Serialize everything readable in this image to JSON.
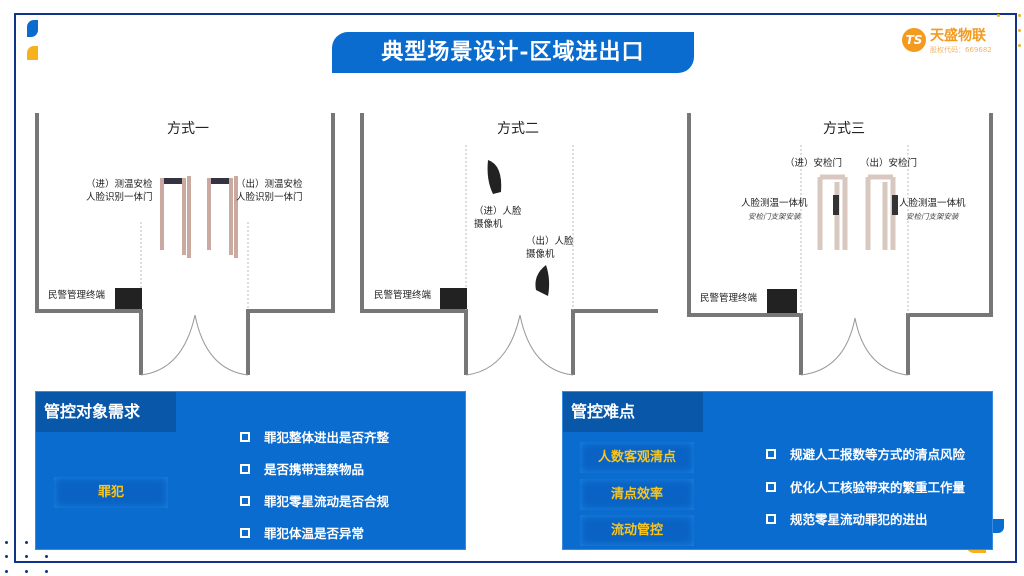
{
  "title": "典型场景设计-区域进出口",
  "logo": {
    "mark": "TS",
    "name": "天盛物联",
    "code": "股权代码：669682"
  },
  "panels": [
    {
      "title": "方式一",
      "terminal": "民警管理终端",
      "labels": [
        "（进）测温安检",
        "人脸识别一体门",
        "（出）测温安检",
        "人脸识别一体门"
      ]
    },
    {
      "title": "方式二",
      "terminal": "民警管理终端",
      "labels": [
        "（进）人脸",
        "摄像机",
        "（出）人脸",
        "摄像机"
      ]
    },
    {
      "title": "方式三",
      "terminal": "民警管理终端",
      "labels": [
        "（进）安检门",
        "（出）安检门",
        "人脸测温一体机",
        "安检门支架安装",
        "人脸测温一体机",
        "安检门支架安装"
      ]
    }
  ],
  "box1": {
    "heading": "管控对象需求",
    "tag": "罪犯",
    "items": [
      "罪犯整体进出是否齐整",
      "是否携带违禁物品",
      "罪犯零星流动是否合规",
      "罪犯体温是否异常"
    ]
  },
  "box2": {
    "heading": "管控难点",
    "tags": [
      "人数客观清点",
      "清点效率",
      "流动管控"
    ],
    "items": [
      "规避人工报数等方式的清点风险",
      "优化人工核验带来的繁重工作量",
      "规范零星流动罪犯的进出"
    ]
  },
  "colors": {
    "primary": "#0b6ccf",
    "dark": "#0857a8",
    "accent": "#f7c51d",
    "frame": "#12338a"
  }
}
